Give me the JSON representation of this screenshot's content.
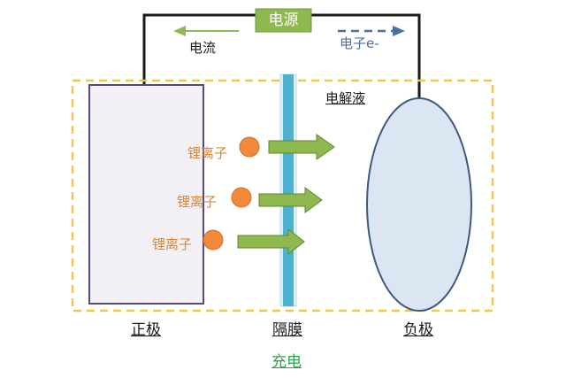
{
  "power_source": {
    "label": "电源"
  },
  "current": {
    "label": "电流"
  },
  "electron": {
    "label": "电子e-"
  },
  "electrolyte": {
    "label": "电解液"
  },
  "ions": [
    {
      "label": "锂离子"
    },
    {
      "label": "锂离子"
    },
    {
      "label": "锂离子"
    }
  ],
  "electrodes": {
    "positive_label": "正极",
    "separator_label": "隔膜",
    "negative_label": "负极"
  },
  "process": {
    "label": "充电"
  },
  "colors": {
    "wire": "#1a1a1a",
    "power_box": "#8fb84e",
    "arrow_fill": "#8fb84e",
    "ion": "#f0893a",
    "separator": "#4fb0d0",
    "electrolyte_border": "#f2c744",
    "positive_electrode": "#f2f0f4",
    "negative_electrode": "#dce6f2",
    "electron_arrow": "#4c6fa3"
  }
}
